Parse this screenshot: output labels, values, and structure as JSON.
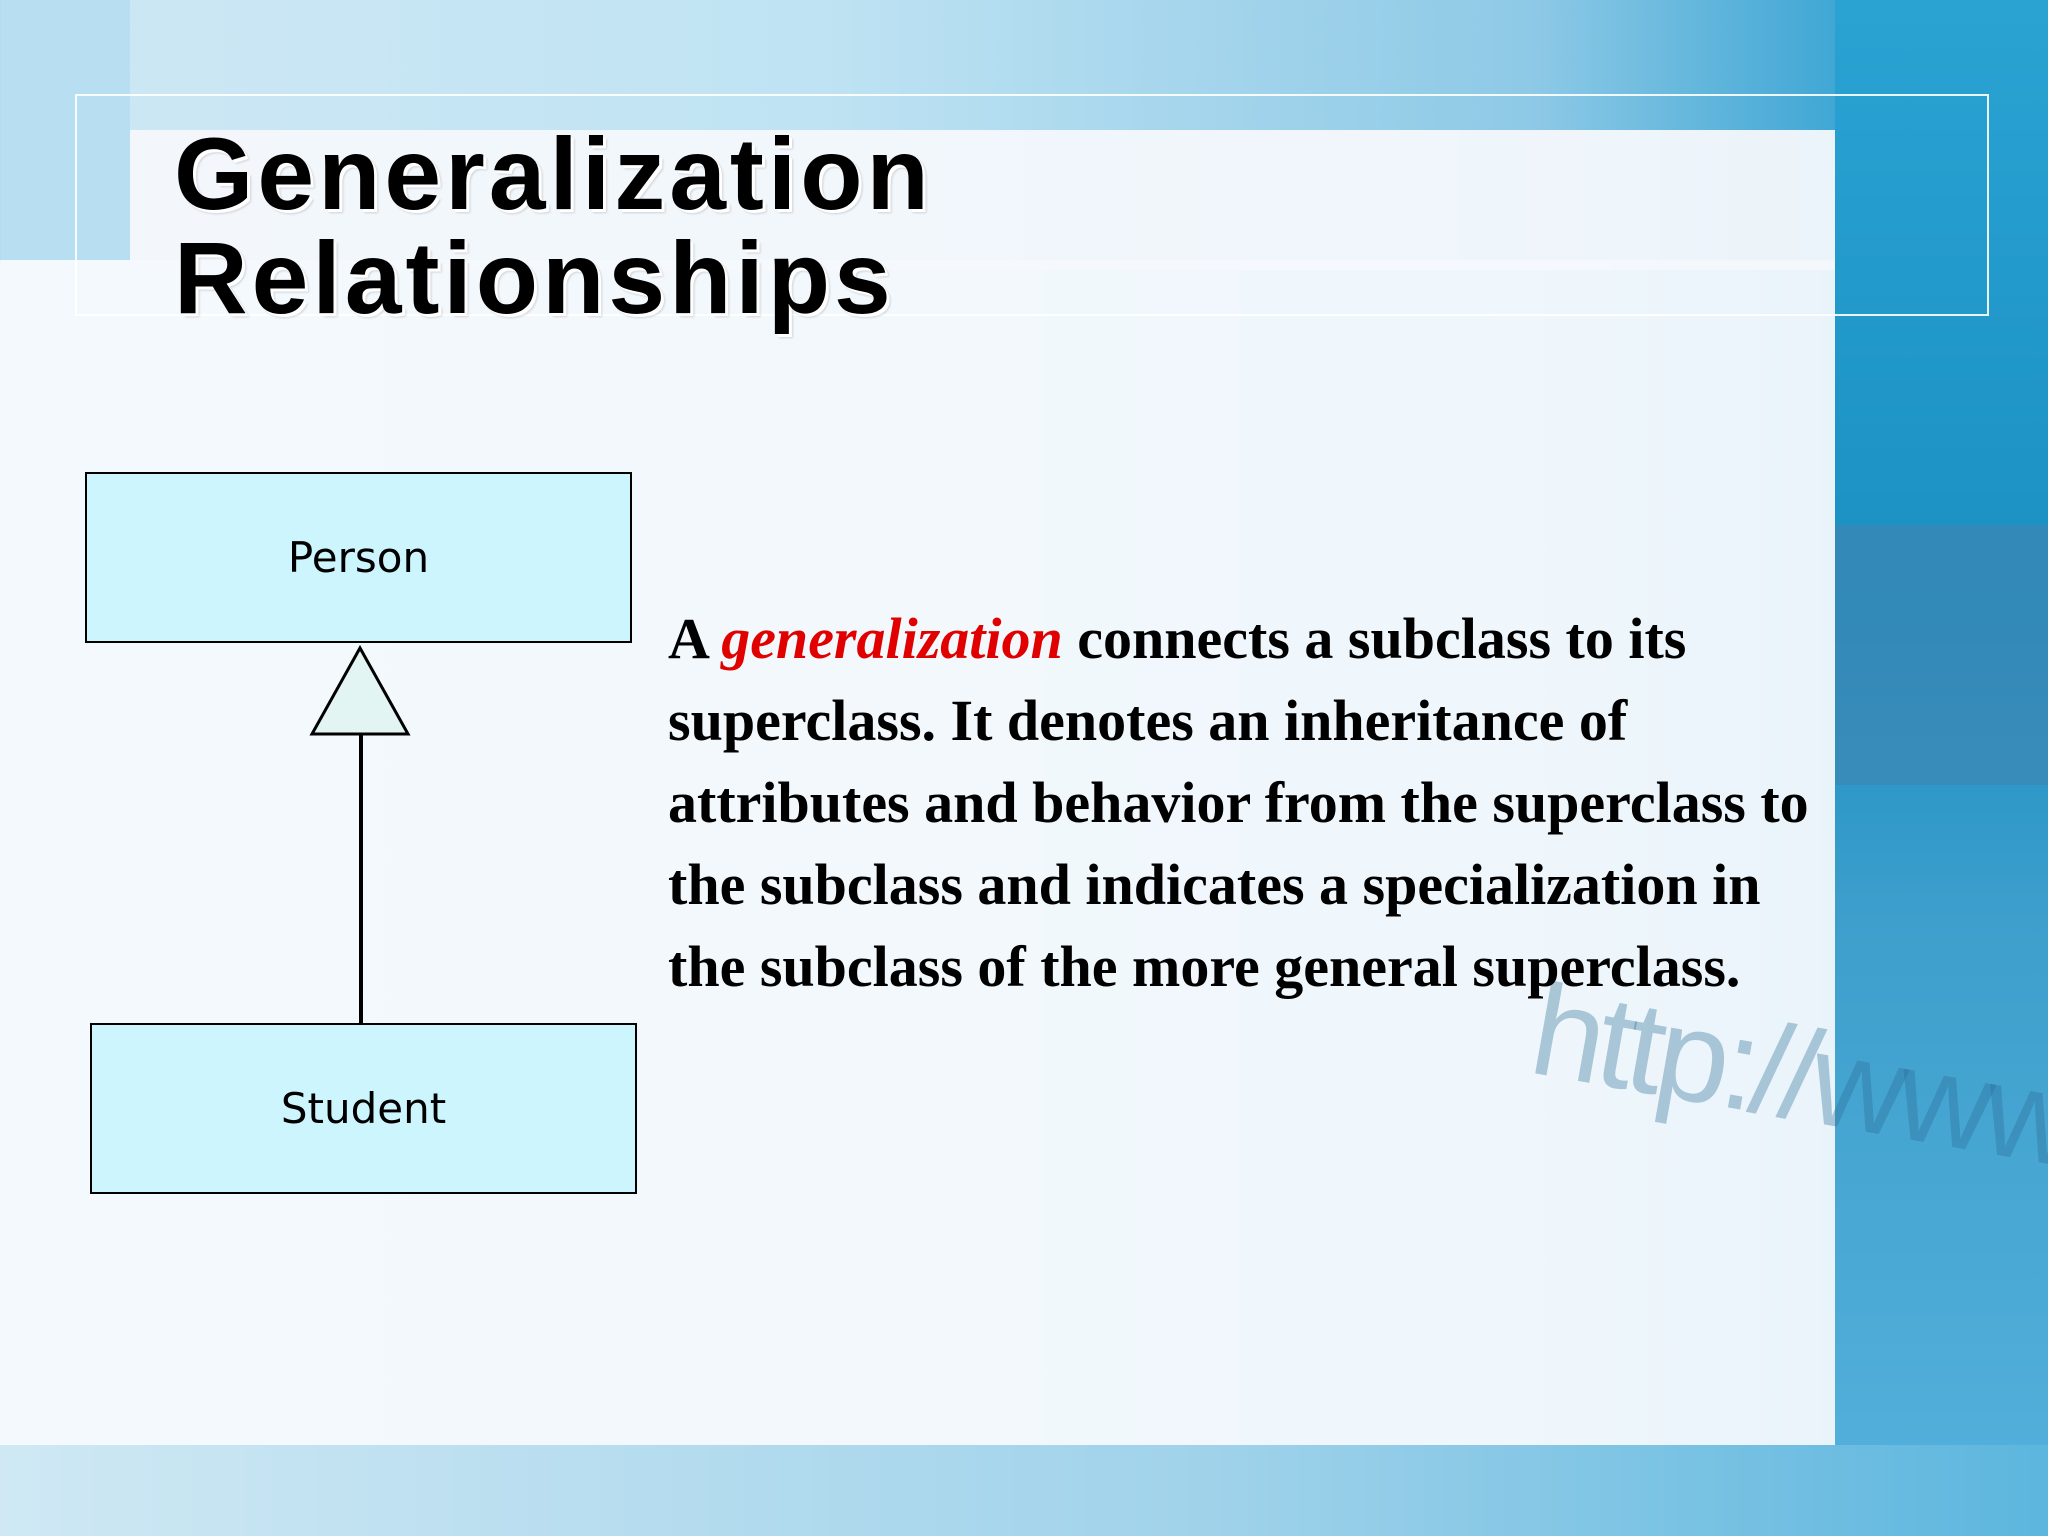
{
  "slide": {
    "title_line1": "Generalization",
    "title_line2": "Relationships"
  },
  "diagram": {
    "superclass": "Person",
    "subclass": "Student",
    "relationship": "generalization"
  },
  "description": {
    "prefix": "A ",
    "term": "generalization",
    "rest": " connects a subclass to its superclass. It denotes an inheritance of attributes and behavior from the superclass to the subclass and indicates a specialization in the subclass of the more general superclass."
  },
  "background": {
    "watermark_text": "http://www"
  },
  "colors": {
    "term": "#e00000",
    "uml_box_fill": "#ccf5fd",
    "accent_blue": "#1f96c8"
  }
}
